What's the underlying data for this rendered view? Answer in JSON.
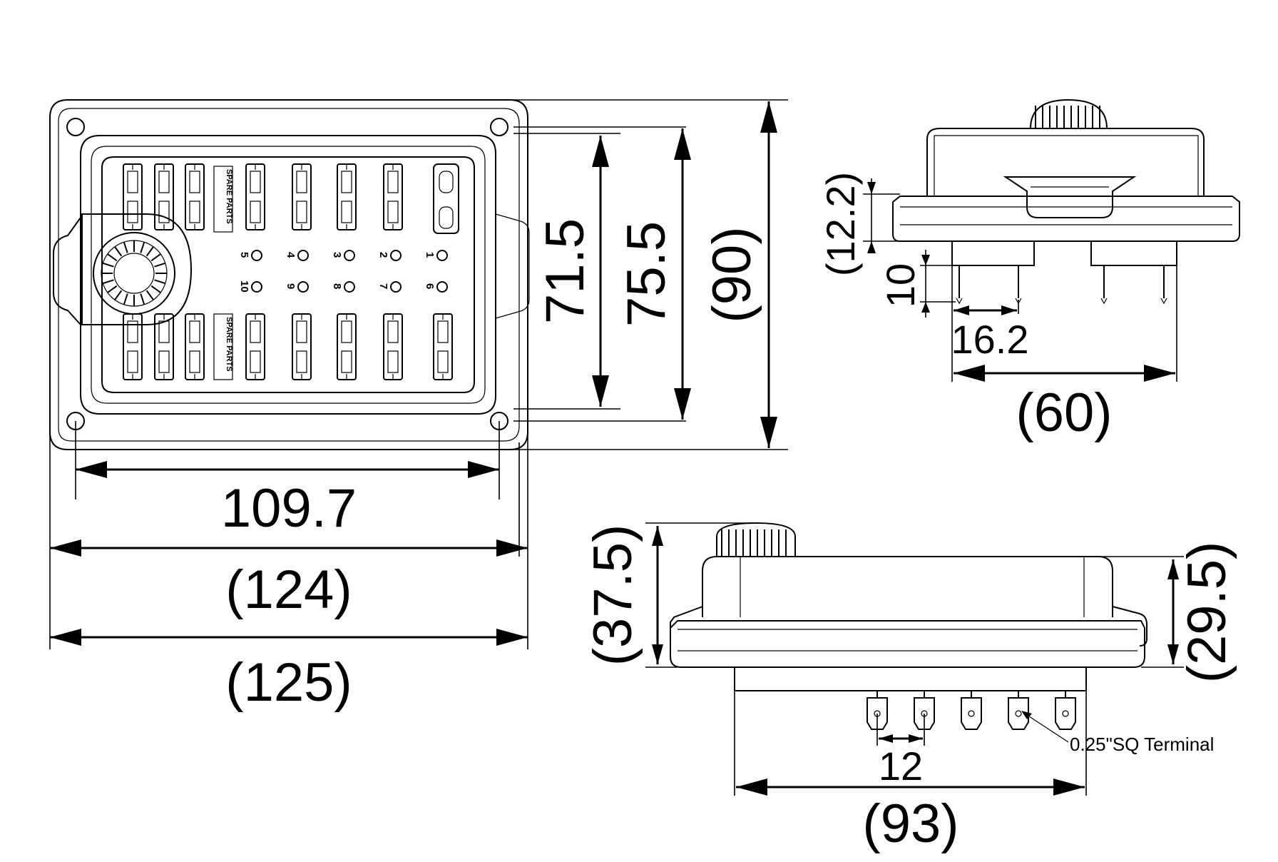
{
  "front_view": {
    "dims": {
      "hole_spacing_w": "109.7",
      "flange_w": "(124)",
      "overall_w": "(125)",
      "inner_h": "71.5",
      "mid_h": "75.5",
      "overall_h": "(90)"
    },
    "spare_label": "SPARE PARTS",
    "fuse_numbers_top": [
      "5",
      "4",
      "3",
      "2",
      "1"
    ],
    "fuse_numbers_bottom": [
      "10",
      "9",
      "8",
      "7",
      "6"
    ]
  },
  "side_view": {
    "dims": {
      "flange_thickness": "(12.2)",
      "terminal_length": "10",
      "terminal_span": "16.2",
      "base_width": "(60)"
    }
  },
  "end_view": {
    "dims": {
      "overall_height": "(37.5)",
      "body_height": "(29.5)",
      "terminal_pitch": "12",
      "base_length": "(93)"
    },
    "terminal_label": "0.25\"SQ Terminal"
  }
}
